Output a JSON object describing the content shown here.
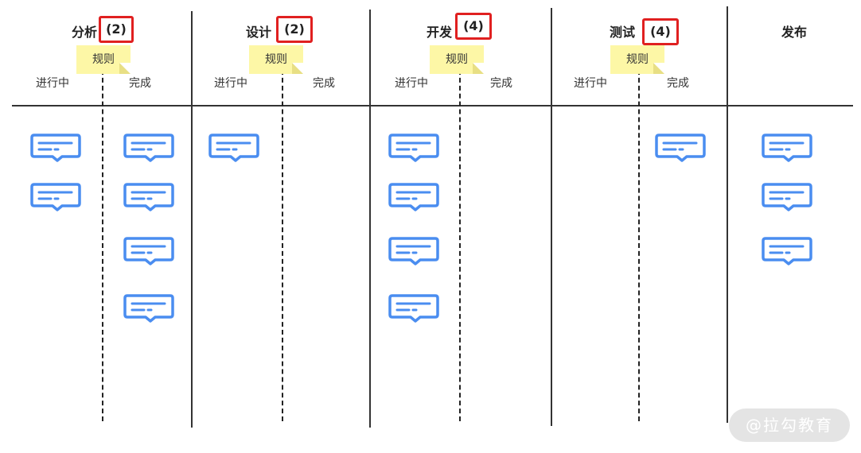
{
  "columns": [
    {
      "title": "分析",
      "wip": "(2)",
      "rule": "规则",
      "sub_in_progress": "进行中",
      "sub_done": "完成"
    },
    {
      "title": "设计",
      "wip": "(2)",
      "rule": "规则",
      "sub_in_progress": "进行中",
      "sub_done": "完成"
    },
    {
      "title": "开发",
      "wip": "(4)",
      "rule": "规则",
      "sub_in_progress": "进行中",
      "sub_done": "完成"
    },
    {
      "title": "测试",
      "wip": "(4)",
      "rule": "规则",
      "sub_in_progress": "进行中",
      "sub_done": "完成"
    },
    {
      "title": "发布"
    }
  ],
  "cards": {
    "analysis_in_progress": 2,
    "analysis_done": 4,
    "design_in_progress": 1,
    "design_done": 0,
    "develop_in_progress": 4,
    "develop_done": 0,
    "test_in_progress": 0,
    "test_done": 1,
    "release": 3
  },
  "colors": {
    "card": "#4a8df0",
    "wip_border": "#e02020",
    "note": "#fdf7a6"
  },
  "card_icon": "card-icon",
  "watermark": "@拉勾教育"
}
